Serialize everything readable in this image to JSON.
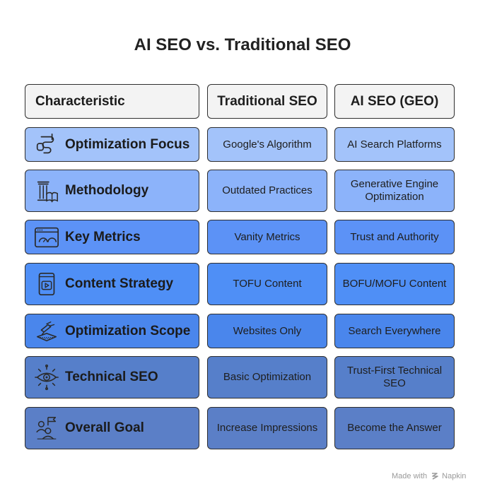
{
  "title": "AI SEO vs. Traditional SEO",
  "headers": {
    "characteristic": "Characteristic",
    "traditional": "Traditional SEO",
    "ai": "AI SEO (GEO)"
  },
  "rows": [
    {
      "characteristic": "Optimization Focus",
      "traditional": "Google's Algorithm",
      "ai": "AI Search Platforms",
      "icon": "route-icon",
      "color": "#a3c3fa"
    },
    {
      "characteristic": "Methodology",
      "traditional": "Outdated Practices",
      "ai": "Generative Engine Optimization",
      "icon": "pillar-book-icon",
      "color": "#8cb3fa"
    },
    {
      "characteristic": "Key Metrics",
      "traditional": "Vanity Metrics",
      "ai": "Trust and Authority",
      "icon": "dashboard-icon",
      "color": "#5c92f6"
    },
    {
      "characteristic": "Content Strategy",
      "traditional": "TOFU Content",
      "ai": "BOFU/MOFU Content",
      "icon": "video-device-icon",
      "color": "#4f8ff6"
    },
    {
      "characteristic": "Optimization Scope",
      "traditional": "Websites Only",
      "ai": "Search Everywhere",
      "icon": "satellite-icon",
      "color": "#4a86ec"
    },
    {
      "characteristic": "Technical SEO",
      "traditional": "Basic Optimization",
      "ai": "Trust-First Technical SEO",
      "icon": "gear-eye-icon",
      "color": "#567fca"
    },
    {
      "characteristic": "Overall Goal",
      "traditional": "Increase Impressions",
      "ai": "Become the Answer",
      "icon": "goal-team-icon",
      "color": "#5b7fc7"
    }
  ],
  "footer": {
    "made_with": "Made with",
    "brand": "Napkin"
  }
}
